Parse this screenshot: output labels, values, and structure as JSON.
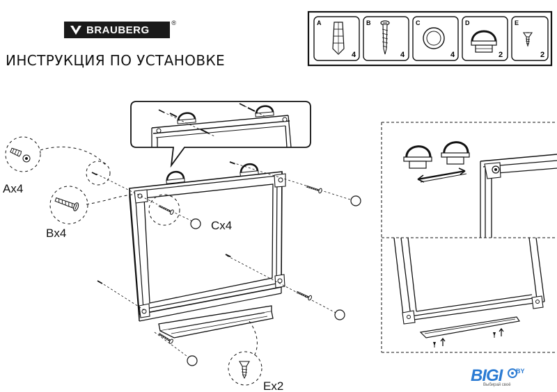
{
  "header": {
    "brand": "BRAUBERG",
    "reg_mark": "®",
    "title": "ИНСТРУКЦИЯ ПО УСТАНОВКЕ"
  },
  "parts": [
    {
      "letter": "A",
      "count": "4",
      "icon": "wall-plug-icon"
    },
    {
      "letter": "B",
      "count": "4",
      "icon": "screw-icon"
    },
    {
      "letter": "C",
      "count": "4",
      "icon": "cap-icon"
    },
    {
      "letter": "D",
      "count": "2",
      "icon": "hanger-icon"
    },
    {
      "letter": "E",
      "count": "2",
      "icon": "small-screw-icon"
    }
  ],
  "labels": {
    "a": "Ax4",
    "b": "Bx4",
    "c": "Cx4",
    "e": "Ex2"
  },
  "watermark": {
    "word": "BIGI",
    "suffix": "BY",
    "tagline": "Выбирай своё"
  }
}
